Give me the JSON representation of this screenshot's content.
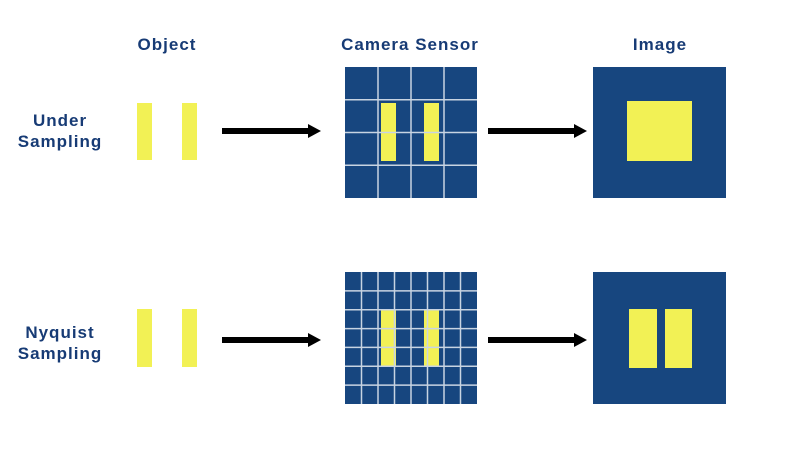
{
  "headers": {
    "object": "Object",
    "sensor": "Camera Sensor",
    "image": "Image"
  },
  "rows": [
    {
      "label_line1": "Under",
      "label_line2": "Sampling",
      "sensor_grid": 4
    },
    {
      "label_line1": "Nyquist",
      "label_line2": "Sampling",
      "sensor_grid": 8
    }
  ],
  "colors": {
    "navy": "#17467f",
    "yellow": "#f2f155",
    "text": "#173b75",
    "grid": "#c8d4e2",
    "arrow": "#000000"
  }
}
